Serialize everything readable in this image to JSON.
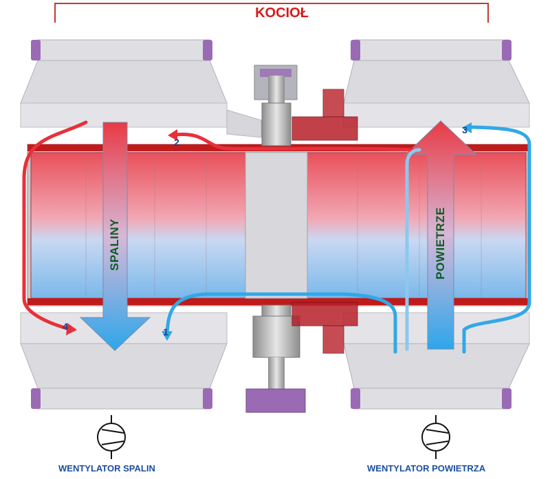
{
  "title": "KOCIOŁ",
  "labels": {
    "flue_gas": "SPALINY",
    "air": "POWIETRZE"
  },
  "fans": {
    "flue_gas_fan": "WENTYLATOR SPALIN",
    "air_fan": "WENTYLATOR POWIETRZA"
  },
  "flow_markers": [
    "1",
    "2",
    "3",
    "4"
  ],
  "colors": {
    "hot": "#e8303a",
    "cold": "#32a8e6",
    "title": "#d41c1c",
    "fan_text": "#1a4fa0",
    "arrow_text": "#0d5c22",
    "casing": "#d9d9dc",
    "flange": "#9a6bb4"
  }
}
